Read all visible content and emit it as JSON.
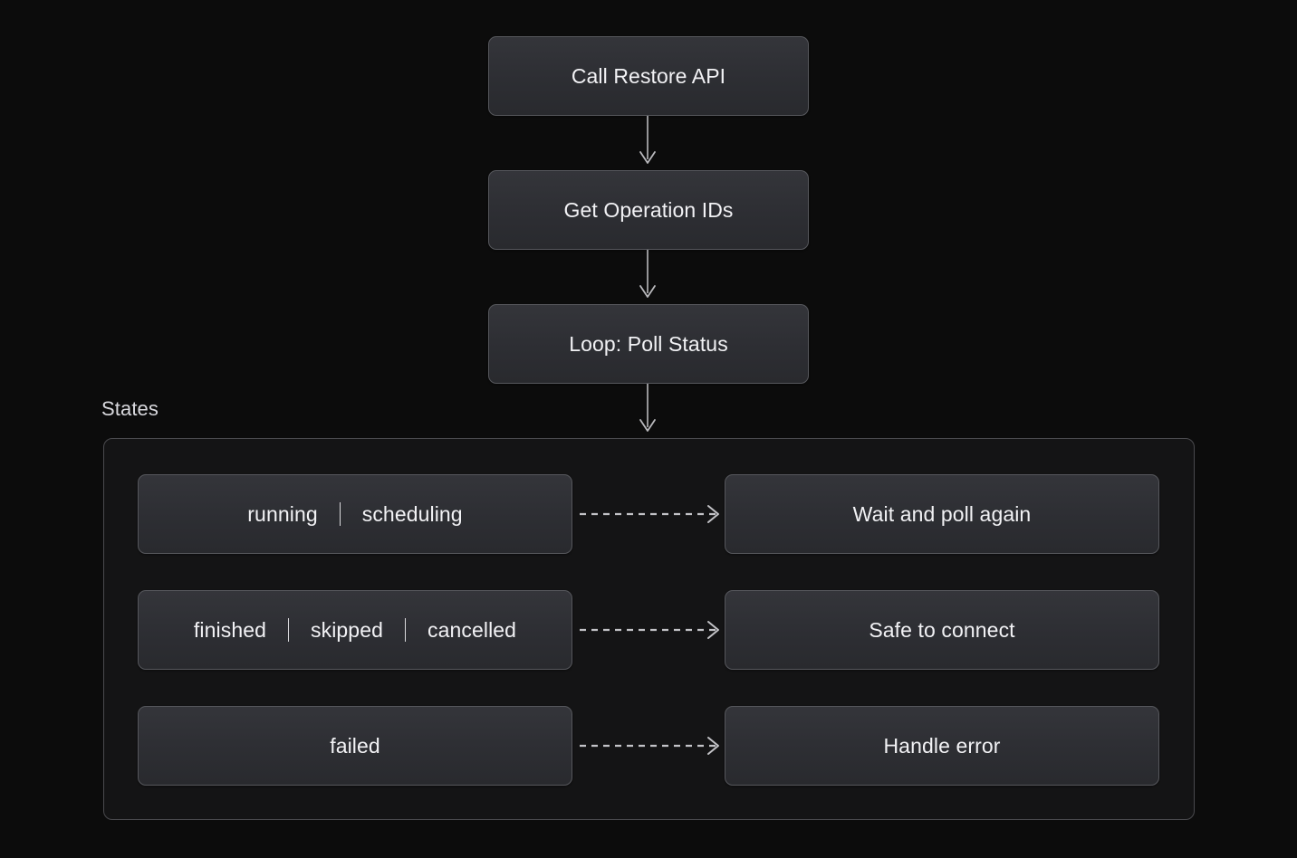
{
  "diagram": {
    "type": "flowchart",
    "direction": "top-down",
    "background_color": "#0c0c0c",
    "node_fill_color": "#2f3034",
    "node_border_color": "#56575c",
    "text_color": "#f2f2f5",
    "edge_color": "#b9b9bd",
    "container_fill_color": "#141415",
    "container_border_color": "#4a4a4e"
  },
  "flow": {
    "nodes": [
      {
        "id": "call-restore-api",
        "label": "Call Restore API"
      },
      {
        "id": "get-operation-ids",
        "label": "Get Operation IDs"
      },
      {
        "id": "loop-poll-status",
        "label": "Loop: Poll Status"
      }
    ],
    "edges": [
      {
        "from": "call-restore-api",
        "to": "get-operation-ids",
        "style": "solid"
      },
      {
        "from": "get-operation-ids",
        "to": "loop-poll-status",
        "style": "solid"
      },
      {
        "from": "loop-poll-status",
        "to": "states-container",
        "style": "solid"
      }
    ]
  },
  "states": {
    "title": "States",
    "rows": [
      {
        "id": "running-scheduling",
        "state_tokens": [
          "running",
          "scheduling"
        ],
        "separator": "|",
        "action": "Wait and poll again",
        "action_id": "wait-and-poll-again",
        "edge_style": "dashed"
      },
      {
        "id": "finished-skipped-cancelled",
        "state_tokens": [
          "finished",
          "skipped",
          "cancelled"
        ],
        "separator": "|",
        "action": "Safe to connect",
        "action_id": "safe-to-connect",
        "edge_style": "dashed"
      },
      {
        "id": "failed",
        "state_tokens": [
          "failed"
        ],
        "separator": "|",
        "action": "Handle error",
        "action_id": "handle-error",
        "edge_style": "dashed"
      }
    ]
  }
}
